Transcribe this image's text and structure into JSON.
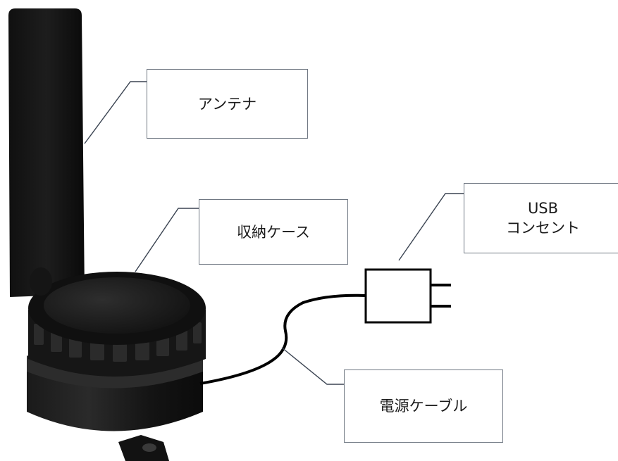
{
  "labels": {
    "antenna": "アンテナ",
    "case": "収納ケース",
    "usb_line1": "USB",
    "usb_line2": "コンセント",
    "cable": "電源ケーブル"
  },
  "colors": {
    "device_body": "#111111",
    "device_highlight": "#3a3a3a",
    "leader_line": "#3b4452",
    "box_border": "#6f7782",
    "cable": "#000000"
  }
}
